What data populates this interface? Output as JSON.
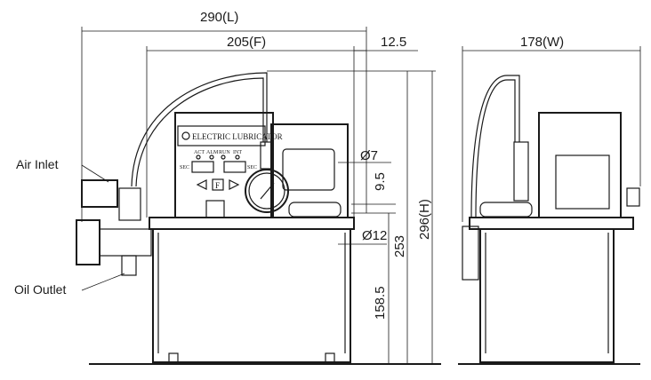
{
  "dimensions": {
    "length": "290(L)",
    "front": "205(F)",
    "offset": "12.5",
    "width": "178(W)",
    "inlet_dia": "Ø7",
    "inlet_offset": "9.5",
    "outlet_dia": "Ø12",
    "height_inlet": "253",
    "height_total": "296(H)",
    "height_outlet": "158.5"
  },
  "callouts": {
    "air_inlet": "Air Inlet",
    "oil_outlet": "Oil Outlet"
  },
  "panel": {
    "title": "ELECTRIC LUBRICATOR",
    "leds": [
      "ACT",
      "ALM",
      "RUN",
      "INT"
    ],
    "sec_left": "SEC",
    "sec_right": "SEC",
    "f_button": "F"
  }
}
